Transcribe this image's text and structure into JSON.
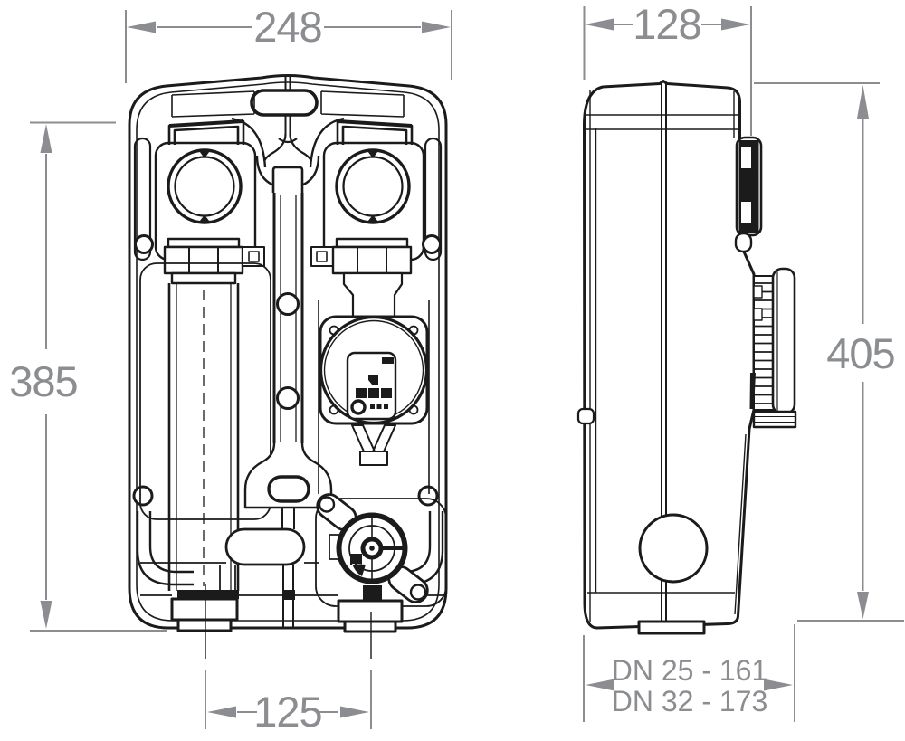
{
  "dimensions": {
    "front_width": "248",
    "side_depth": "128",
    "front_height": "385",
    "overall_height": "405",
    "port_spacing": "125",
    "dn_line_1": "DN 25 - 161",
    "dn_line_2": "DN 32 - 173"
  },
  "colors": {
    "dimension_gray": "#8b8d90",
    "drawing_black": "#1b1b1b",
    "background": "#ffffff"
  }
}
